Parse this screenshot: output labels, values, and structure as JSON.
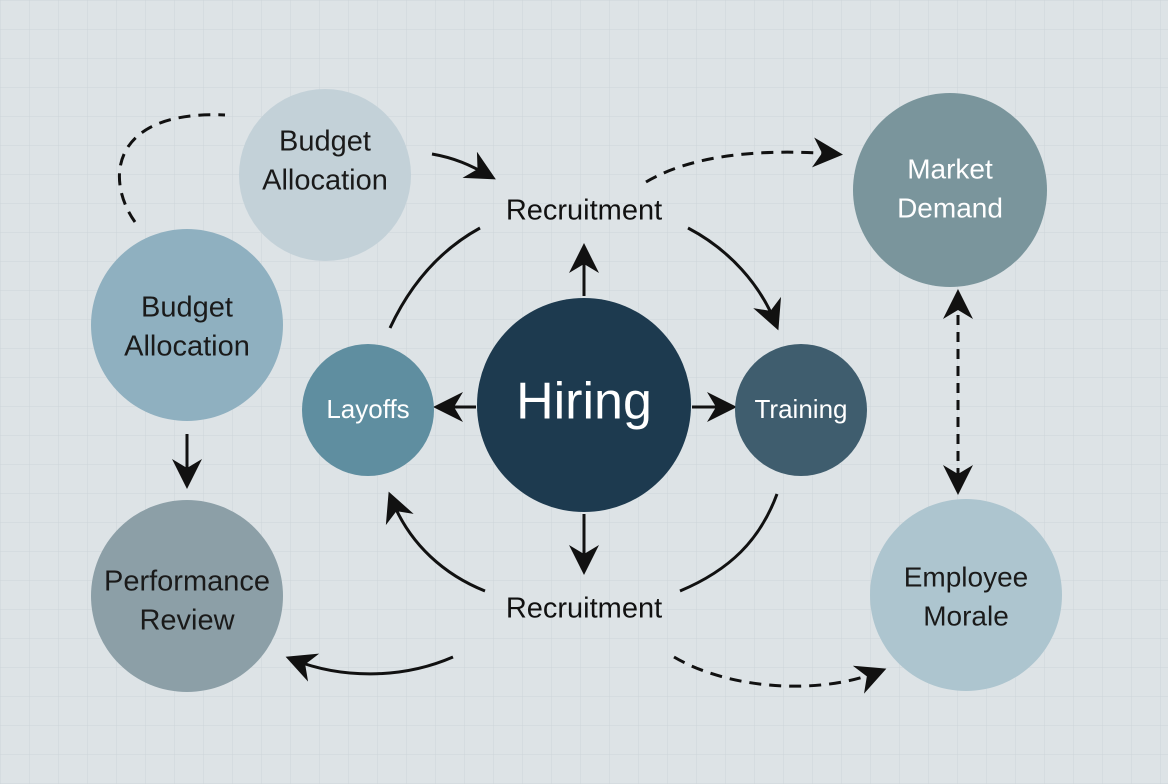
{
  "nodes": {
    "budget_top": {
      "line1": "Budget",
      "line2": "Allocation",
      "color": "#c3d1d8"
    },
    "budget_left": {
      "line1": "Budget",
      "line2": "Allocation",
      "color": "#8fb0c0"
    },
    "performance": {
      "line1": "Performance",
      "line2": "Review",
      "color": "#8c9fa7"
    },
    "layoffs": {
      "label": "Layoffs",
      "color": "#5f8ea0"
    },
    "hiring": {
      "label": "Hiring",
      "color": "#1d3a4f"
    },
    "training": {
      "label": "Training",
      "color": "#3f5d6e"
    },
    "market": {
      "line1": "Market",
      "line2": "Demand",
      "color": "#7a959c"
    },
    "morale": {
      "line1": "Employee",
      "line2": "Morale",
      "color": "#adc5cf"
    }
  },
  "labels": {
    "recruitment_top": "Recruitment",
    "recruitment_bottom": "Recruitment"
  },
  "colors": {
    "background": "#dde3e6",
    "grid": "#cdd5d9",
    "arrow": "#111111"
  }
}
